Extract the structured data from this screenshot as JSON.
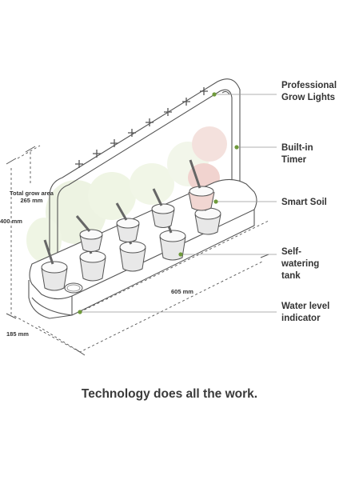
{
  "callouts": {
    "grow_lights": "Professional\nGrow Lights",
    "timer": "Built-in Timer",
    "smart_soil": "Smart Soil",
    "self_watering": "Self-watering\ntank",
    "water_level": "Water level\nindicator"
  },
  "dimensions": {
    "grow_area": "Total grow area\n265 mm",
    "height": "400 mm",
    "length": "605 mm",
    "depth": "185 mm"
  },
  "tagline": "Technology does all the work.",
  "colors": {
    "accent_dot": "#6f9a3b",
    "line": "#555555",
    "plants": "#cfe0b8",
    "plants_red": "#d98f86"
  }
}
